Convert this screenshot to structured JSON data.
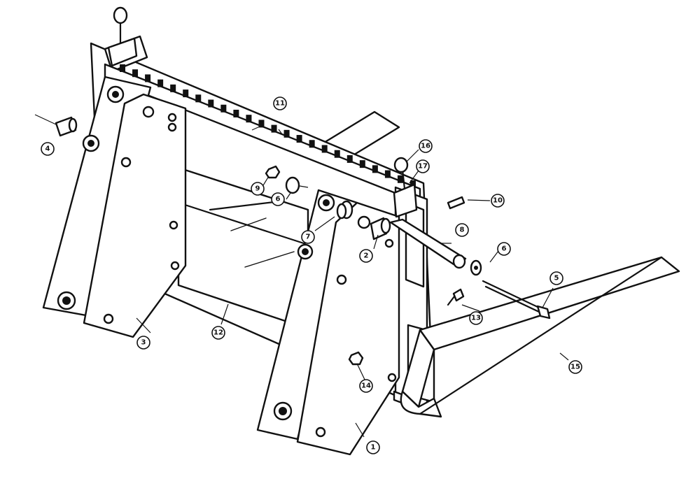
{
  "callouts": [
    {
      "id": "1",
      "label": "1"
    },
    {
      "id": "2",
      "label": "2"
    },
    {
      "id": "3",
      "label": "3"
    },
    {
      "id": "4",
      "label": "4"
    },
    {
      "id": "5",
      "label": "5"
    },
    {
      "id": "6a",
      "label": "6"
    },
    {
      "id": "6b",
      "label": "6"
    },
    {
      "id": "7",
      "label": "7"
    },
    {
      "id": "8",
      "label": "8"
    },
    {
      "id": "9",
      "label": "9"
    },
    {
      "id": "10",
      "label": "10"
    },
    {
      "id": "11",
      "label": "11"
    },
    {
      "id": "12",
      "label": "12"
    },
    {
      "id": "13",
      "label": "13"
    },
    {
      "id": "14",
      "label": "14"
    },
    {
      "id": "15",
      "label": "15"
    },
    {
      "id": "16",
      "label": "16"
    },
    {
      "id": "17",
      "label": "17"
    }
  ]
}
